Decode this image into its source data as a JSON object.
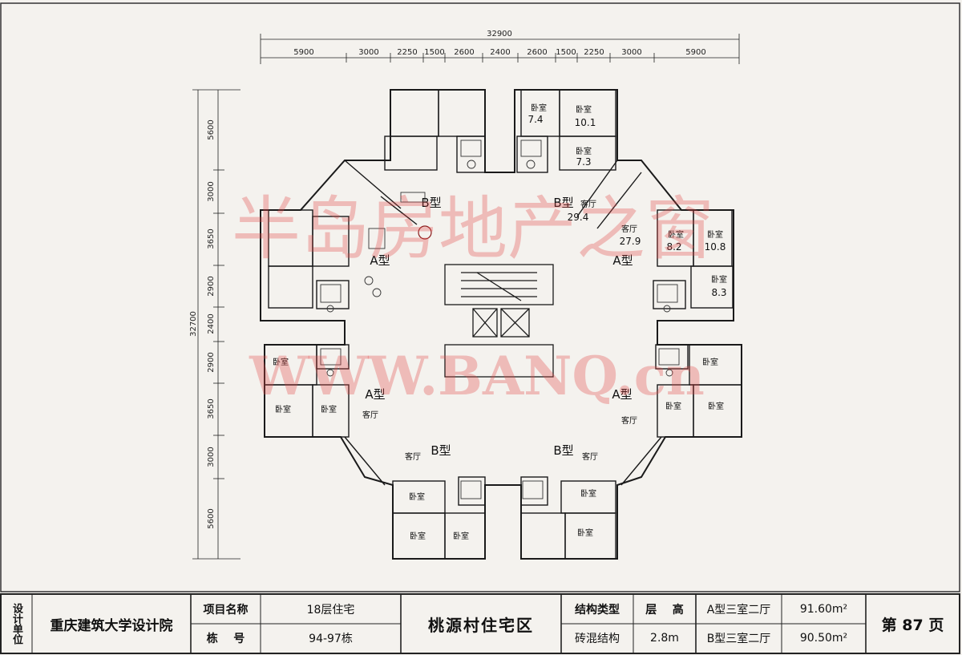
{
  "dimensions": {
    "total_width": "32900",
    "top_segments": [
      "5900",
      "3000",
      "2250",
      "1500",
      "2600",
      "2400",
      "2600",
      "1500",
      "2250",
      "3000",
      "5900"
    ],
    "total_height": "32700",
    "left_segments": [
      "5600",
      "3000",
      "3650",
      "2900",
      "2400",
      "2900",
      "3650",
      "3000",
      "5600"
    ]
  },
  "units": {
    "a_label": "A型",
    "b_label": "B型"
  },
  "rooms": {
    "bedroom": "卧室",
    "living": "客厅"
  },
  "areas": {
    "ne_bed_1": "7.4",
    "ne_bed_2": "10.1",
    "ne_bed_3": "7.3",
    "ne_living": "29.4",
    "e_living": "27.9",
    "e_bed_1": "8.2",
    "e_bed_2": "10.8",
    "e_bed_3": "8.3"
  },
  "watermark": {
    "line1": "半岛房地产之窗",
    "line2": "WWW.BANQ.cn"
  },
  "title_block": {
    "design_unit_label": "设计单位",
    "design_unit": "重庆建筑大学设计院",
    "project_name_label": "项目名称",
    "project_name": "18层住宅",
    "building_no_label": "栋    号",
    "building_no": "94-97栋",
    "district": "桃源村住宅区",
    "structure_type_label": "结构类型",
    "structure_type": "砖混结构",
    "floor_height_label": "层    高",
    "floor_height": "2.8m",
    "type_a": "A型三室二厅",
    "type_a_area": "91.60m²",
    "type_b": "B型三室二厅",
    "type_b_area": "90.50m²",
    "page": "第 87 页"
  }
}
